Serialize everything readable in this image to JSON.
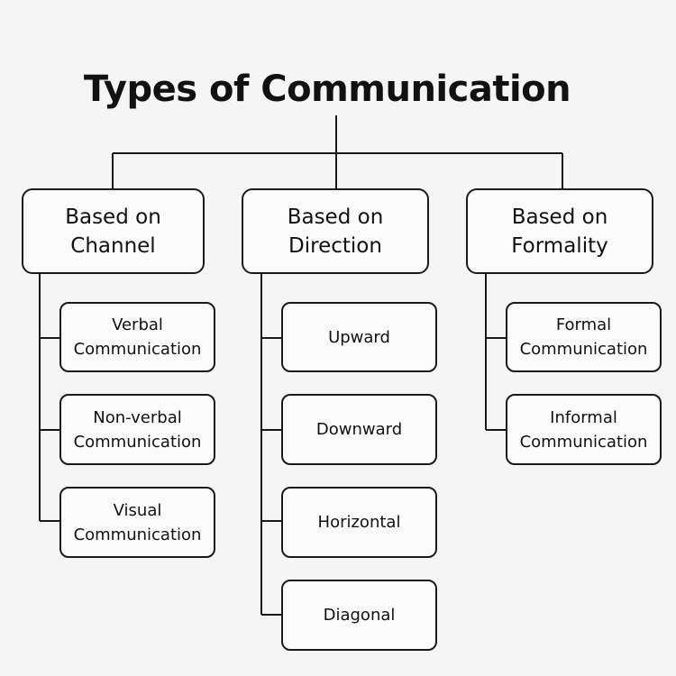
{
  "title": "Types of Communication",
  "categories": [
    {
      "label": "Based on\nChannel",
      "items": [
        "Verbal\nCommunication",
        "Non-verbal\nCommunication",
        "Visual\nCommunication"
      ]
    },
    {
      "label": "Based on\nDirection",
      "items": [
        "Upward",
        "Downward",
        "Horizontal",
        "Diagonal"
      ]
    },
    {
      "label": "Based on\nFormality",
      "items": [
        "Formal\nCommunication",
        "Informal\nCommunication"
      ]
    }
  ]
}
